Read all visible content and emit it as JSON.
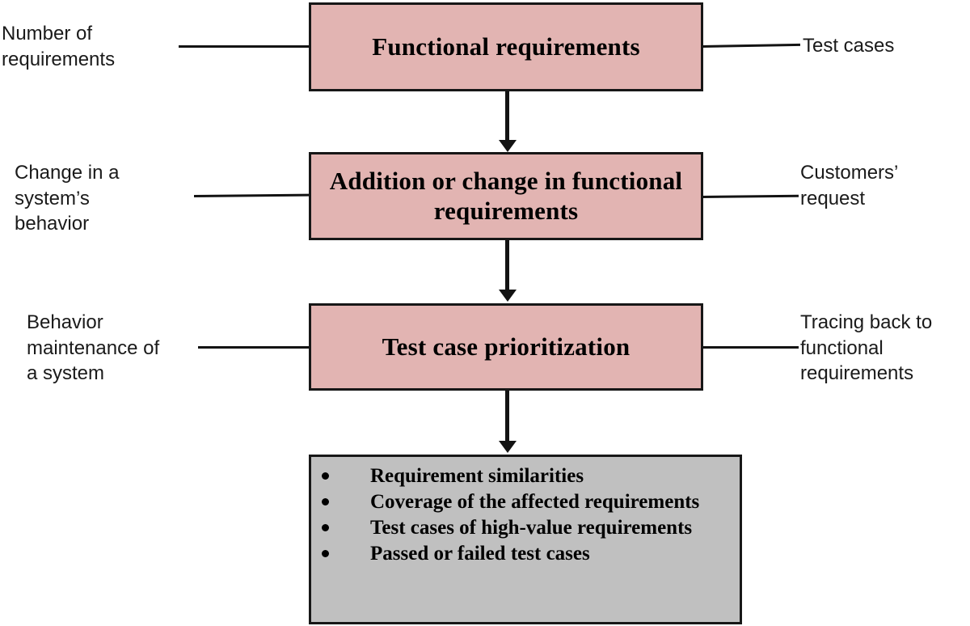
{
  "diagram": {
    "type": "flowchart",
    "colors": {
      "process_fill": "#e2b4b2",
      "outcome_fill": "#c0c0c0",
      "stroke": "#131313",
      "text": "#000000"
    },
    "process_boxes": [
      {
        "id": "functional-requirements",
        "label": "Functional requirements"
      },
      {
        "id": "addition-change",
        "label": "Addition or change in\nfunctional requirements"
      },
      {
        "id": "test-case-prioritization",
        "label": "Test case prioritization"
      }
    ],
    "outcome_box": {
      "items": [
        "Requirement similarities",
        "Coverage of the affected requirements",
        "Test cases of high-value requirements",
        "Passed or failed test cases"
      ]
    },
    "annotations": {
      "left": [
        {
          "id": "number-of-requirements",
          "text": "Number of\nrequirements",
          "attaches_to": "functional-requirements"
        },
        {
          "id": "change-in-behavior",
          "text": "Change in a\nsystem’s\nbehavior",
          "attaches_to": "addition-change"
        },
        {
          "id": "behavior-maintenance",
          "text": "Behavior\nmaintenance of\na system",
          "attaches_to": "test-case-prioritization"
        }
      ],
      "right": [
        {
          "id": "test-cases",
          "text": "Test cases",
          "attaches_to": "functional-requirements"
        },
        {
          "id": "customers-request",
          "text": "Customers’\nrequest",
          "attaches_to": "addition-change"
        },
        {
          "id": "tracing-back",
          "text": "Tracing back to\nfunctional\nrequirements",
          "attaches_to": "test-case-prioritization"
        }
      ]
    },
    "flow": [
      {
        "id": "arrow-1",
        "from": "functional-requirements",
        "to": "addition-change",
        "direction": "down"
      },
      {
        "id": "arrow-2",
        "from": "addition-change",
        "to": "test-case-prioritization",
        "direction": "down"
      },
      {
        "id": "arrow-3",
        "from": "test-case-prioritization",
        "to": "outcome-box",
        "direction": "down"
      }
    ]
  }
}
